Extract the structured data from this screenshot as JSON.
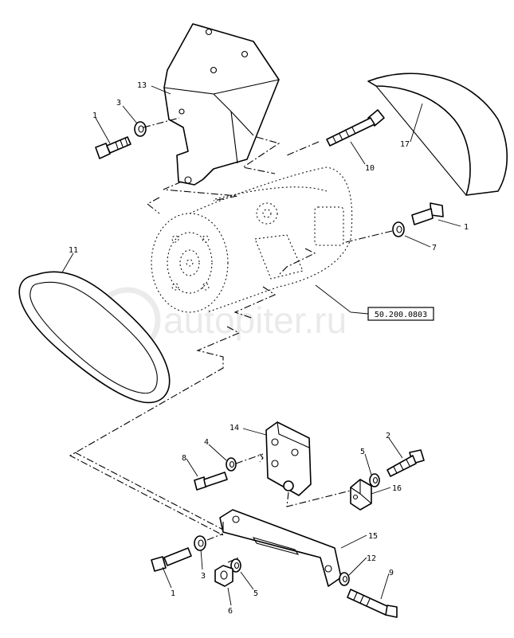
{
  "diagram": {
    "callouts": {
      "c1a": "1",
      "c3a": "3",
      "c13": "13",
      "c10": "10",
      "c17": "17",
      "c1b": "1",
      "c7": "7",
      "c11": "11",
      "c14": "14",
      "c4": "4",
      "c8": "8",
      "c5a": "5",
      "c2": "2",
      "c16": "16",
      "c15": "15",
      "c12": "12",
      "c9": "9",
      "c1c": "1",
      "c3b": "3",
      "c5b": "5",
      "c6": "6"
    },
    "reference": "50.200.0803",
    "watermark": "autopiter.ru"
  }
}
